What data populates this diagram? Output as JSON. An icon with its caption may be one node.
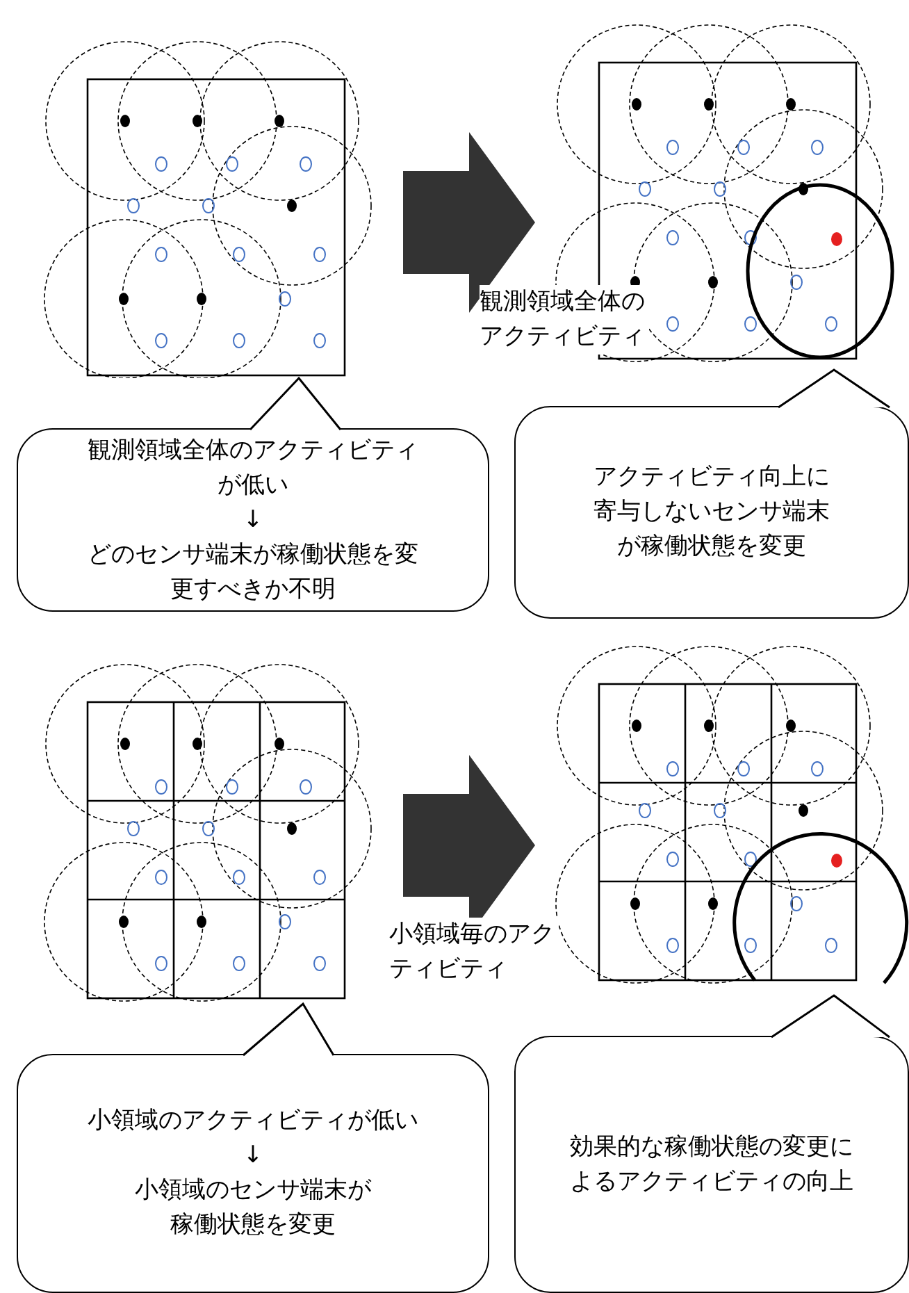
{
  "diagram": {
    "nodes": [
      {
        "text": [],
        "shape": "picture"
      },
      {
        "text": [],
        "shape": "picture"
      },
      {
        "text": [
          "観測領域全体のアクティビティが低い",
          "↓",
          "どのセンサ端末が稼働状態を変更すべきか不明"
        ]
      },
      {
        "text": [
          "アクティビティ向上に寄与しないセンサ端末が稼働状態を変更"
        ]
      },
      {
        "text": [],
        "shape": "picture"
      },
      {
        "text": [],
        "shape": "picture"
      },
      {
        "text": [
          "小領域のアクティビティが低い",
          "↓",
          "小領域のセンサ端末が稼働状態を変更"
        ]
      },
      {
        "text": [
          "効果的な稼働状態の変更によるアクティビティの向上"
        ]
      }
    ],
    "edges": [
      {
        "from": 0,
        "to": 1,
        "arrow": "to",
        "label": "観測領域全体のアクティビティ"
      },
      {
        "from": 2,
        "to": 0,
        "arrow": "to"
      },
      {
        "from": 3,
        "to": 1,
        "arrow": "to"
      },
      {
        "from": 4,
        "to": 5,
        "arrow": "to",
        "label": "小領域毎のアクティビティ"
      },
      {
        "from": 6,
        "to": 4,
        "arrow": "to"
      },
      {
        "from": 7,
        "to": 5,
        "arrow": "to"
      }
    ]
  }
}
